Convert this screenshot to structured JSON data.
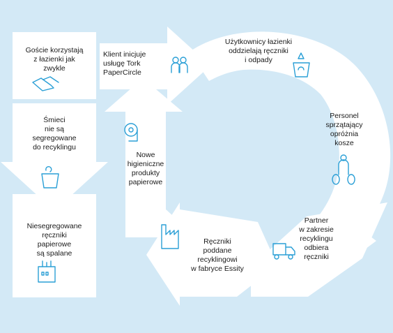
{
  "steps": {
    "guests": "Goście korzystają\nz łazienki jak\nzwykle",
    "client": "Klient inicjuje\nusługę Tork\nPaperCircle",
    "users": "Użytkownicy łazienki\noddzielają ręczniki\ni odpady",
    "staff": "Personel\nsprzątający\nopróżnia\nkosze",
    "partner": "Partner\nw zakresie\nrecyklingu\nodbiera\nręczniki",
    "recycled": "Ręczniki\npoddane\nrecyklingowi\nw fabryce Essity",
    "new_products": "Nowe\nhigieniczne\nprodukty\npapierowe",
    "waste": "Śmieci\nnie są\nsegregowane\ndo recyklingu",
    "burned": "Niesegregowane\nręczniki\npapierowe\nsą spalane"
  },
  "colors": {
    "background": "#d3e9f6",
    "shape": "#ffffff",
    "icon": "#2a9fd6",
    "text": "#1a1a1a"
  }
}
